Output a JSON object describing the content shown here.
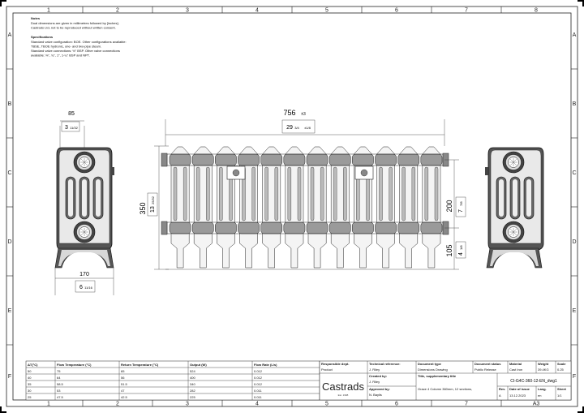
{
  "sheet": {
    "col_markers": [
      "1",
      "2",
      "3",
      "4",
      "5",
      "6",
      "7",
      "8"
    ],
    "row_markers": [
      "A",
      "B",
      "C",
      "D",
      "E",
      "F"
    ]
  },
  "notes": {
    "heading": "Notes",
    "lines": [
      "Dual dimensions are given in millimetres followed by [inches].",
      "Castrads Ltd, not to be reproduced without written consent."
    ],
    "spec_heading": "Specifications",
    "spec_lines": [
      "Standard valve configuration: BOE. Other configurations available:",
      "TBSE, TBOE hydronic, one- and two-pipe steam.",
      "Standard valve connections: ½\" BSP. Other valve connections",
      "available: ⅜\", ¾\", 1\", 1-¼\" BSP and NPT."
    ]
  },
  "dimensions": {
    "side_depth_top_mm": "85",
    "side_depth_top_in_whole": "3",
    "side_depth_top_in_frac": "11/32",
    "side_depth_bottom_mm": "170",
    "side_depth_bottom_in_whole": "6",
    "side_depth_bottom_in_frac": "11/16",
    "length_mm": "756",
    "length_tol": "±3",
    "length_in_whole": "29",
    "length_in_frac": "3/4",
    "length_in_tol": "±1/8",
    "height_mm": "350",
    "height_in_whole": "13",
    "height_in_frac": "25/32",
    "centres_mm": "200",
    "centres_in_whole": "7",
    "centres_in_frac": "7/8",
    "floor_mm": "105",
    "floor_in_whole": "4",
    "floor_in_frac": "1/8"
  },
  "data_table": {
    "headers": [
      "ΔT(°C)",
      "Flow Temperature (°C)",
      "Return Temperature (°C)",
      "Output (W)",
      "Flow Rate (L/s)"
    ],
    "rows": [
      [
        "50",
        "75",
        "65",
        "524",
        "0.012"
      ],
      [
        "40",
        "64",
        "56",
        "400",
        "0.012"
      ],
      [
        "35",
        "58.5",
        "51.5",
        "340",
        "0.012"
      ],
      [
        "30",
        "53",
        "47",
        "282",
        "0.011"
      ],
      [
        "25",
        "47.5",
        "42.5",
        "225",
        "0.011"
      ]
    ]
  },
  "title_block": {
    "logo_text": "Castrads",
    "logo_sub": "Est. 1998",
    "responsible_dept_label": "Responsible dept.",
    "responsible_dept": "Product",
    "technical_reference_label": "Technical reference:",
    "technical_reference": "J. Riley",
    "created_by_label": "Created by:",
    "created_by": "J. Riley",
    "approved_by_label": "Approved by:",
    "approved_by": "N. Baylis",
    "document_type_label": "Document type",
    "document_type": "Dimensions Drawing",
    "title_label": "Title, supplementary title",
    "title": "Grace 4 Column 360mm, 12 sections,",
    "document_status_label": "Document status",
    "document_status": "Public Release",
    "material_label": "Material",
    "material": "Cast Iron",
    "weight_label": "Weight",
    "weight": "39.4KG",
    "scale_label": "Scale",
    "scale": "0.25",
    "drawing_number": "CI-G4C-360-12-EN_dwg1",
    "rev_label": "Rev.",
    "rev": "A",
    "date_label": "Date of issue",
    "date": "13.12.2023",
    "lang_label": "Lang.",
    "lang": "en",
    "sheet_label": "Sheet",
    "sheet_no": "1/1",
    "paper_size": "A3"
  }
}
